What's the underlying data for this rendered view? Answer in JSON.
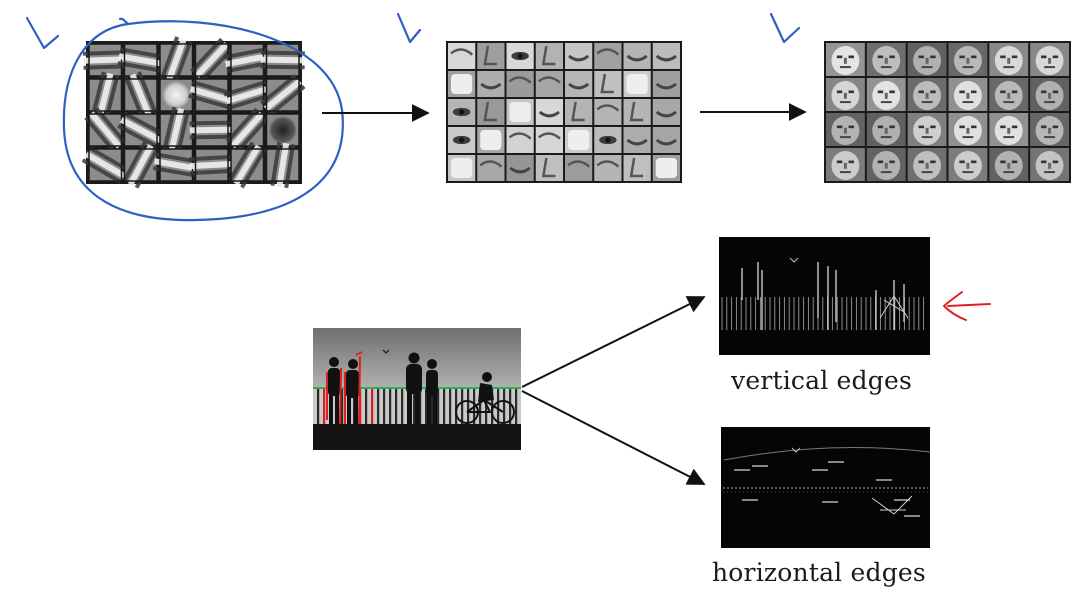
{
  "diagram": {
    "colors": {
      "ink": "#111111",
      "pen_blue": "#2f5fc4",
      "pen_red": "#e02020",
      "grid_border": "#1a1a1a",
      "photo_green": "#2bb04a"
    },
    "feature_hierarchy": {
      "panels": [
        {
          "name": "low-level-filters-panel",
          "rows": 4,
          "cols": 6,
          "pattern": "edge-filters",
          "annotated": true
        },
        {
          "name": "mid-level-features-panel",
          "rows": 5,
          "cols": 8,
          "pattern": "face-parts",
          "annotated": true
        },
        {
          "name": "high-level-features-panel",
          "rows": 4,
          "cols": 6,
          "pattern": "faces",
          "annotated": true
        }
      ],
      "marks": [
        "check-mark-icon",
        "check-mark-icon",
        "check-mark-icon"
      ],
      "arrows": [
        "right-arrow-icon",
        "right-arrow-icon"
      ],
      "highlight": "circle-annotation"
    },
    "edge_detection": {
      "input": "silhouette-photo",
      "outputs": [
        {
          "name": "vertical-edges-output",
          "caption": "vertical edges",
          "marked": true
        },
        {
          "name": "horizontal-edges-output",
          "caption": "horizontal edges",
          "marked": false
        }
      ]
    }
  }
}
